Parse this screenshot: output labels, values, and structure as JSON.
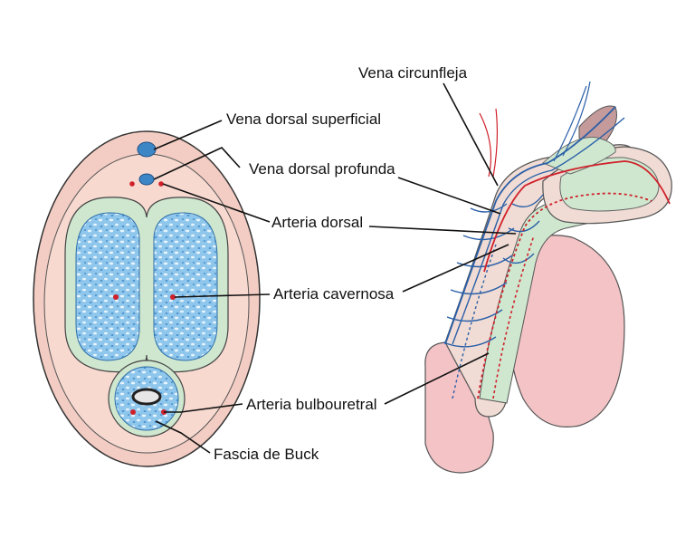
{
  "labels": {
    "vena_circunfleja": "Vena circunfleja",
    "vena_dorsal_superficial": "Vena dorsal superficial",
    "vena_dorsal_profunda": "Vena dorsal profunda",
    "arteria_dorsal": "Arteria dorsal",
    "arteria_cavernosa": "Arteria cavernosa",
    "arteria_bulbouretral": "Arteria bulbouretral",
    "fascia_de_buck": "Fascia de Buck"
  },
  "colors": {
    "skin": "#f3cdc3",
    "tunica_green": "#cfe7cf",
    "cavernous_blue": "#6fb0e0",
    "vein_blue": "#2a5fa8",
    "artery_red": "#d0202a",
    "outline": "#333333"
  }
}
